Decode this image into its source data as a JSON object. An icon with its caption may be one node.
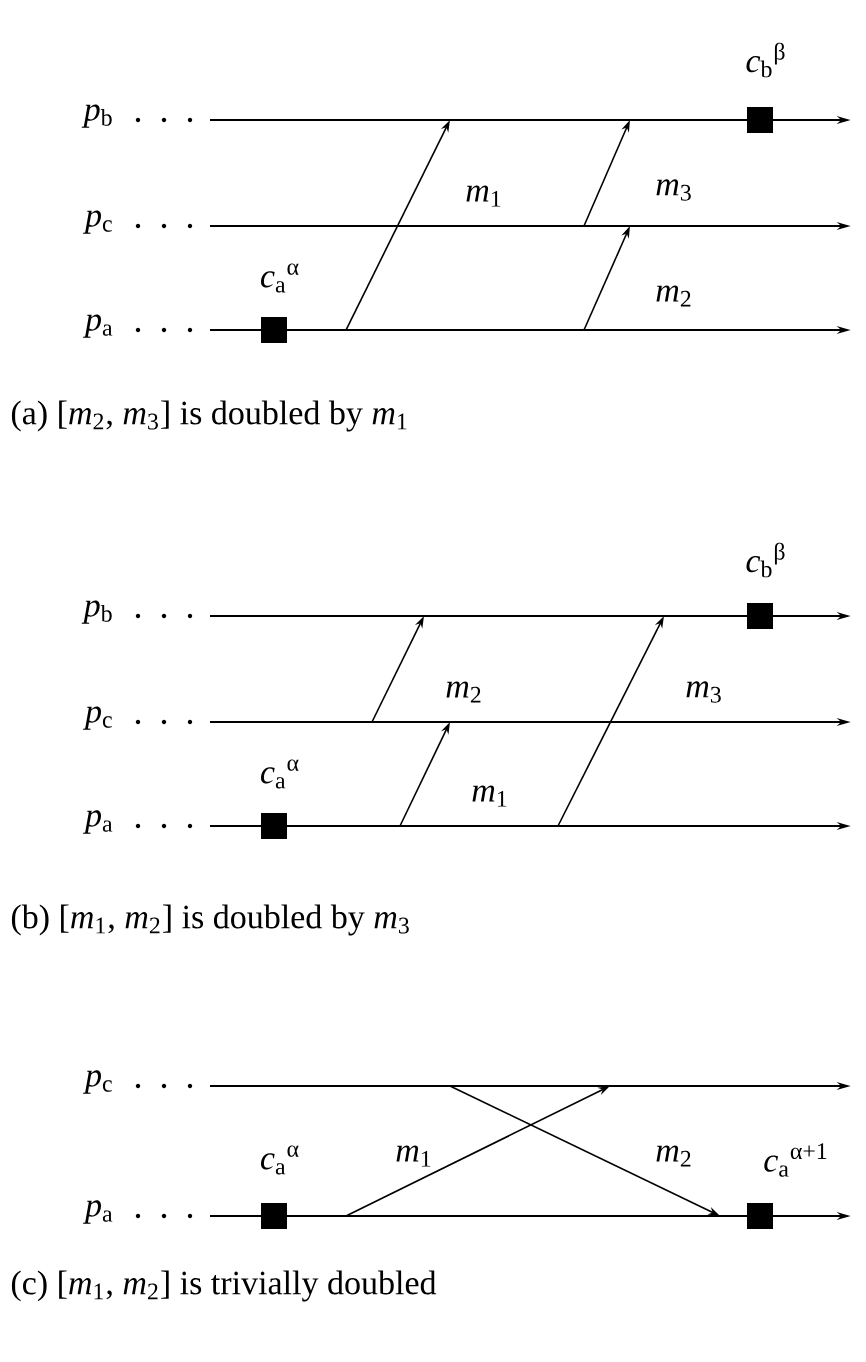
{
  "diagram": {
    "nodes": [
      {
        "text": [],
        "shape": "box",
        "beside": [
          "*c*$_{b}$$^{β}$"
        ]
      },
      {
        "text": [
          "*p*$_{b}$"
        ]
      },
      {
        "text": [
          "*p*$_{c}$"
        ]
      },
      {
        "text": [],
        "shape": "box",
        "beside": [
          "*c*$_{a}$$^{α}$"
        ]
      },
      {
        "text": [
          "*p*$_{a}$"
        ]
      },
      {
        "text": [],
        "shape": "box",
        "beside": [
          "*c*$_{b}$$^{β}$"
        ]
      },
      {
        "text": [
          "*p*$_{b}$"
        ]
      },
      {
        "text": [
          "*p*$_{c}$"
        ]
      },
      {
        "text": [],
        "shape": "box",
        "beside": [
          "*c*$_{a}$$^{α}$"
        ]
      },
      {
        "text": [
          "*p*$_{a}$"
        ]
      },
      {
        "text": [
          "*p*$_{c}$"
        ]
      },
      {
        "text": [],
        "shape": "box",
        "beside": [
          "*c*$_{a}$$^{α}$"
        ]
      },
      {
        "text": [],
        "shape": "box",
        "beside": [
          "*c*$_{a}$$^{α+1}$"
        ]
      },
      {
        "text": [
          "*p*$_{a}$"
        ]
      }
    ],
    "edges": [
      {
        "from": 4,
        "to": 1,
        "arrow": "to",
        "label": "*m*$_{1}$"
      },
      {
        "from": 2,
        "to": 1,
        "arrow": "to",
        "label": "*m*$_{3}$"
      },
      {
        "from": 4,
        "to": 2,
        "arrow": "to",
        "label": "*m*$_{2}$"
      },
      {
        "from": 7,
        "to": 6,
        "arrow": "to",
        "label": "*m*$_{2}$"
      },
      {
        "from": 9,
        "to": 7,
        "arrow": "to",
        "label": "*m*$_{1}$"
      },
      {
        "from": 9,
        "to": 6,
        "arrow": "to",
        "label": "*m*$_{3}$"
      },
      {
        "from": 13,
        "to": 10,
        "arrow": "to",
        "label": "*m*$_{1}$"
      },
      {
        "from": 10,
        "to": 13,
        "arrow": "to",
        "label": "*m*$_{2}$"
      }
    ],
    "labels": [
      "(a) [*m*$_{2}$, *m*$_{3}$] is doubled by *m*$_{1}$",
      "(b) [*m*$_{1}$, *m*$_{2}$] is doubled by *m*$_{3}$",
      "(c) [*m*$_{1}$, *m*$_{2}$] is trivially doubled"
    ]
  }
}
